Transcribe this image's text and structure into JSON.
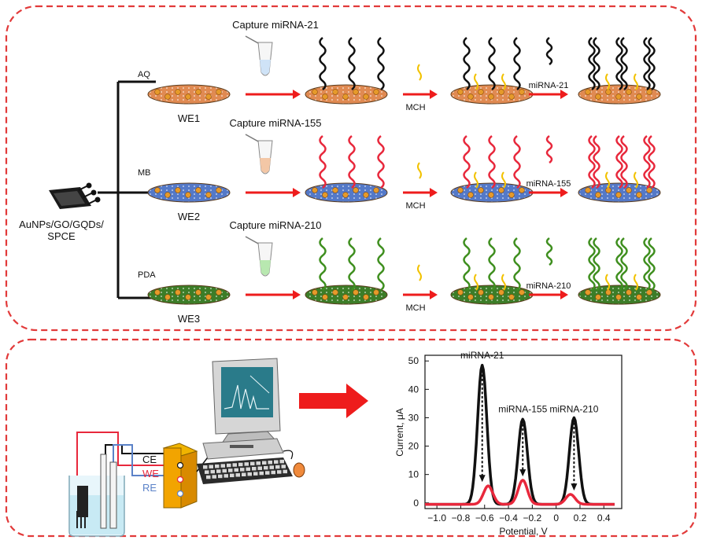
{
  "top_panel": {
    "electrode_label_line1": "AuNPs/GO/GQDs/",
    "electrode_label_line2": "SPCE",
    "rows": [
      {
        "mediator": "AQ",
        "we": "WE1",
        "capture": "Capture miRNA-21",
        "target": "miRNA-21",
        "blocker": "MCH",
        "color": "#111111",
        "disk_color": "#d9773e",
        "sample_color": "#cfe3f7"
      },
      {
        "mediator": "MB",
        "we": "WE2",
        "capture": "Capture miRNA-155",
        "target": "miRNA-155",
        "blocker": "MCH",
        "color": "#e8283c",
        "disk_color": "#4a6fc2",
        "sample_color": "#f3c7a6"
      },
      {
        "mediator": "PDA",
        "we": "WE3",
        "capture": "Capture miRNA-210",
        "target": "miRNA-210",
        "blocker": "MCH",
        "color": "#3f8f1f",
        "disk_color": "#3f7f2a",
        "sample_color": "#b8e8b0"
      }
    ]
  },
  "bottom_panel": {
    "leads": [
      {
        "label": "CE",
        "color": "#111111"
      },
      {
        "label": "WE",
        "color": "#e8283c"
      },
      {
        "label": "RE",
        "color": "#5b82c8"
      }
    ],
    "arrow_color": "#ee1c1c"
  },
  "chart_data": {
    "type": "line",
    "xlabel": "Potential, V",
    "ylabel": "Current, μA",
    "xlim": [
      -1.1,
      0.55
    ],
    "ylim": [
      -2,
      52
    ],
    "xticks": [
      "−1.0",
      "−0.8",
      "−0.6",
      "−0.4",
      "−0.2",
      "0",
      "0.2",
      "0.4"
    ],
    "xtick_values": [
      -1.0,
      -0.8,
      -0.6,
      -0.4,
      -0.2,
      0,
      0.2,
      0.4
    ],
    "yticks": [
      "0",
      "10",
      "20",
      "30",
      "40",
      "50"
    ],
    "ytick_values": [
      0,
      10,
      20,
      30,
      40,
      50
    ],
    "annotations": [
      {
        "text": "miRNA-21",
        "x": -0.62,
        "y": 49
      },
      {
        "text": "miRNA-155",
        "x": -0.28,
        "y": 30
      },
      {
        "text": "miRNA-210",
        "x": 0.15,
        "y": 30
      }
    ],
    "series": [
      {
        "color": "#111111",
        "peaks": [
          {
            "x": -0.62,
            "y": 49
          },
          {
            "x": -0.28,
            "y": 30
          },
          {
            "x": 0.15,
            "y": 30.5
          }
        ]
      },
      {
        "color": "#e8283c",
        "peaks": [
          {
            "x": -0.57,
            "y": 6.5
          },
          {
            "x": -0.28,
            "y": 8.5
          },
          {
            "x": 0.12,
            "y": 3.5
          }
        ]
      }
    ]
  }
}
